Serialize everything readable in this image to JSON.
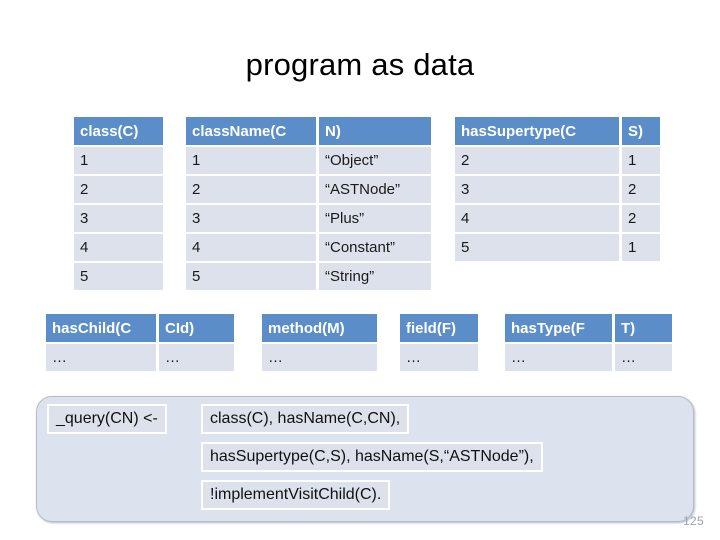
{
  "slide": {
    "title": "program as data",
    "number": "125",
    "colors": {
      "header_blue": "#5b8dc8",
      "cell_fill": "#dce1ec",
      "panel_fill": "#dde3ee",
      "panel_border": "#b5bcc8",
      "background": "#ffffff"
    }
  },
  "tables": {
    "class": {
      "headers": [
        "class(C)"
      ],
      "rows": [
        [
          "1"
        ],
        [
          "2"
        ],
        [
          "3"
        ],
        [
          "4"
        ],
        [
          "5"
        ]
      ]
    },
    "class_name": {
      "headers": [
        "className(C",
        "N)"
      ],
      "rows": [
        [
          "1",
          "“Object”"
        ],
        [
          "2",
          "“ASTNode”"
        ],
        [
          "3",
          "“Plus”"
        ],
        [
          "4",
          "“Constant”"
        ],
        [
          "5",
          "“String”"
        ]
      ]
    },
    "has_supertype": {
      "headers": [
        "hasSupertype(C",
        "S)"
      ],
      "rows": [
        [
          "2",
          "1"
        ],
        [
          "3",
          "2"
        ],
        [
          "4",
          "2"
        ],
        [
          "5",
          "1"
        ]
      ]
    },
    "has_child": {
      "headers": [
        "hasChild(C",
        "CId)"
      ],
      "rows": [
        [
          "…",
          "…"
        ]
      ]
    },
    "method": {
      "headers": [
        "method(M)"
      ],
      "rows": [
        [
          "…"
        ]
      ]
    },
    "field": {
      "headers": [
        "field(F)"
      ],
      "rows": [
        [
          "…"
        ]
      ]
    },
    "has_type": {
      "headers": [
        "hasType(F",
        "T)"
      ],
      "rows": [
        [
          "…",
          "…"
        ]
      ]
    }
  },
  "query": {
    "head": "_query(CN) <-",
    "body_lines": [
      "class(C), hasName(C,CN),",
      "hasSupertype(C,S), hasName(S,“ASTNode”),",
      "!implementVisitChild(C)."
    ]
  }
}
